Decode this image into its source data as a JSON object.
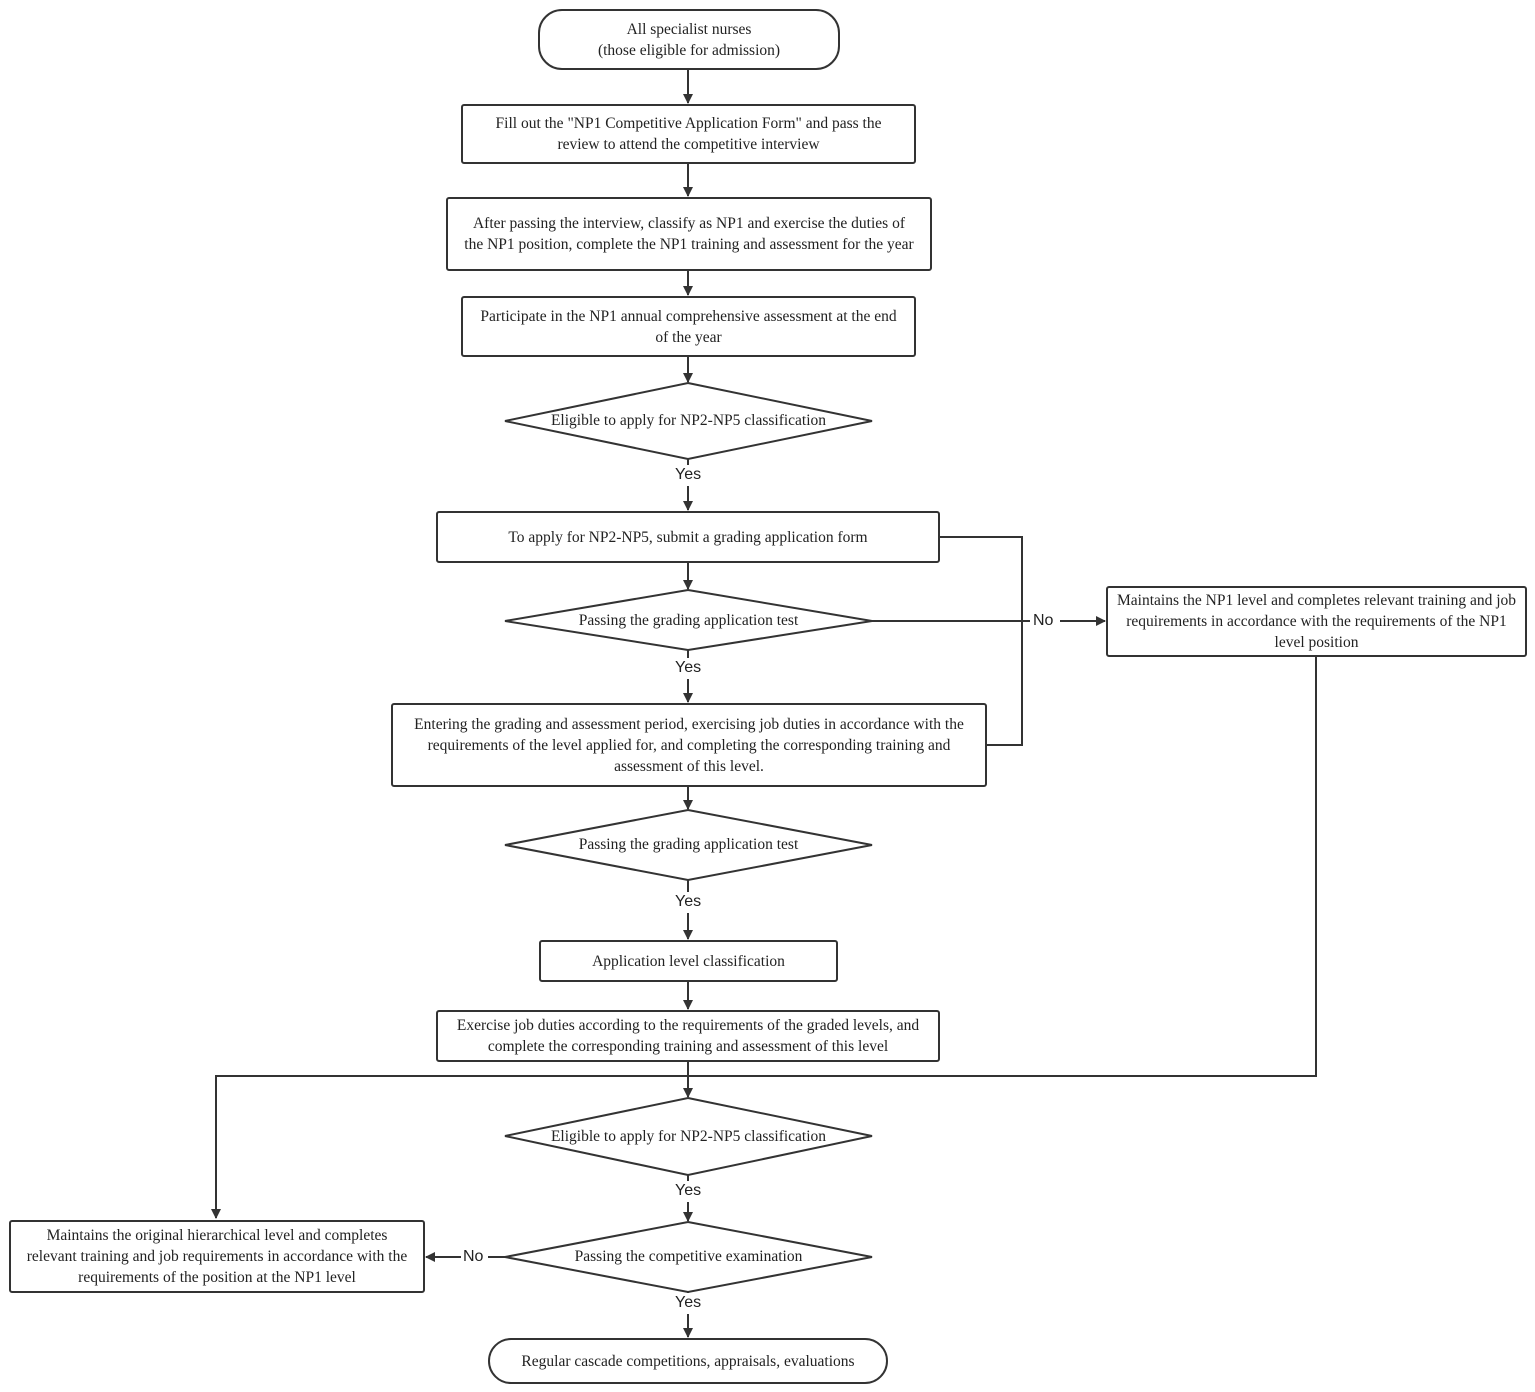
{
  "flowchart": {
    "start": "All specialist nurses\n(those eligible for admission)",
    "fill_form": "Fill out the \"NP1 Competitive Application Form\" and pass the review to attend the competitive interview",
    "after_interview": "After passing the interview, classify as NP1 and exercise the duties of the NP1 position, complete the NP1 training and assessment for the year",
    "annual_assessment": "Participate in the NP1 annual comprehensive assessment at the end of the year",
    "eligible_1": "Eligible to apply for NP2-NP5 classification",
    "apply_np2_np5": "To apply for NP2-NP5, submit a grading application form",
    "passing_test_1": "Passing the grading application test",
    "maintain_np1": "Maintains the NP1 level and completes relevant training and job requirements in accordance with the requirements of the NP1 level position",
    "grading_period": "Entering the grading and assessment period, exercising job duties in accordance with the requirements of the level applied for, and completing the corresponding training and assessment of this level.",
    "passing_test_2": "Passing the grading application test",
    "application_level": "Application level classification",
    "exercise_graded": "Exercise job duties according to the requirements of the graded levels, and complete the corresponding training and assessment of this level",
    "eligible_2": "Eligible to apply for NP2-NP5 classification",
    "competitive_exam": "Passing the competitive examination",
    "maintain_original": "Maintains the original hierarchical level and completes relevant training and job requirements in accordance with the requirements of the position at the NP1 level",
    "end": "Regular cascade competitions, appraisals, evaluations"
  },
  "edge_labels": {
    "yes_1": "Yes",
    "yes_2": "Yes",
    "yes_3": "Yes",
    "yes_4": "Yes",
    "yes_5": "Yes",
    "no_1": "No",
    "no_2": "No"
  },
  "colors": {
    "stroke": "#333333",
    "text": "#222222",
    "background": "#ffffff"
  }
}
